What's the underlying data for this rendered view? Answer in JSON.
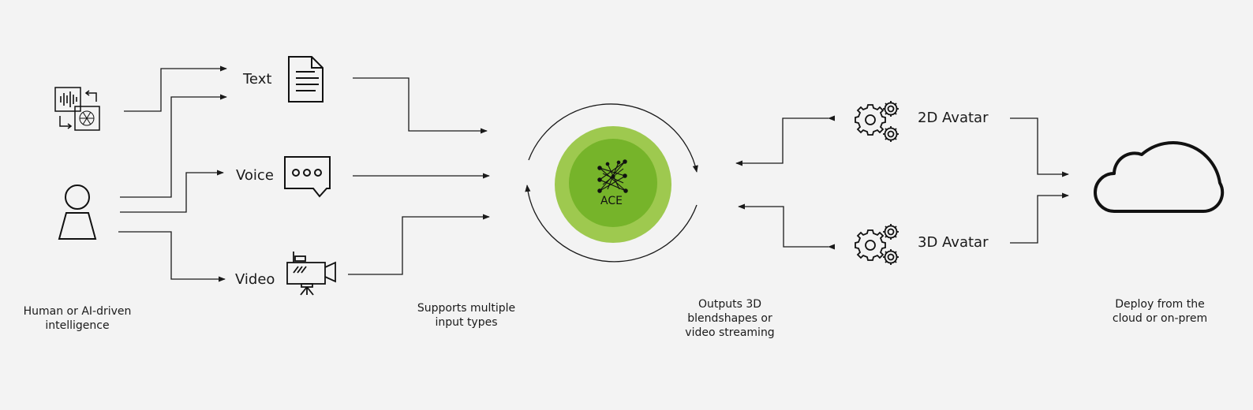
{
  "inputs": {
    "text_label": "Text",
    "voice_label": "Voice",
    "video_label": "Video"
  },
  "core": {
    "label": "ACE"
  },
  "outputs": {
    "avatar_2d_label": "2D Avatar",
    "avatar_3d_label": "3D Avatar"
  },
  "captions": {
    "intelligence": [
      "Human or AI-driven",
      "intelligence"
    ],
    "inputs": [
      "Supports multiple",
      "input types"
    ],
    "outputs": [
      "Outputs 3D",
      "blendshapes or",
      "video streaming"
    ],
    "deploy": [
      "Deploy from the",
      "cloud or on-prem"
    ]
  },
  "colors": {
    "background": "#f3f3f3",
    "line": "#1a1a1a",
    "green_outer": "#9ec94f",
    "green_inner": "#76b42a"
  },
  "icons": {
    "ai_exchange": "audio-ai-exchange-icon",
    "person": "person-icon",
    "document": "document-icon",
    "chat": "chat-bubble-icon",
    "camera": "video-camera-icon",
    "network": "neural-network-icon",
    "gears": "gears-icon",
    "cloud": "cloud-icon"
  }
}
